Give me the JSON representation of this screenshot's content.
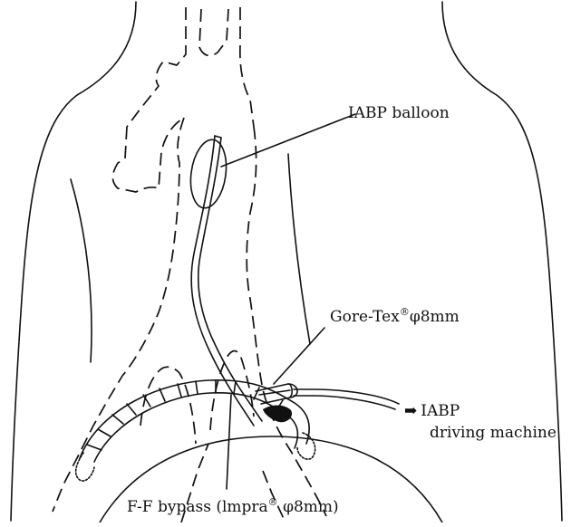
{
  "labels": {
    "balloon": "IABP balloon",
    "gore_tex": {
      "text": "Gore-Tex",
      "reg": "®",
      "spec": "φ8mm"
    },
    "iabp_machine": {
      "arrow": "➡",
      "line1": "IABP",
      "line2": "driving machine"
    },
    "ff_bypass": {
      "prefix": "F-F bypass (lmpra",
      "reg": "®",
      "spec": " φ8mm)"
    }
  }
}
